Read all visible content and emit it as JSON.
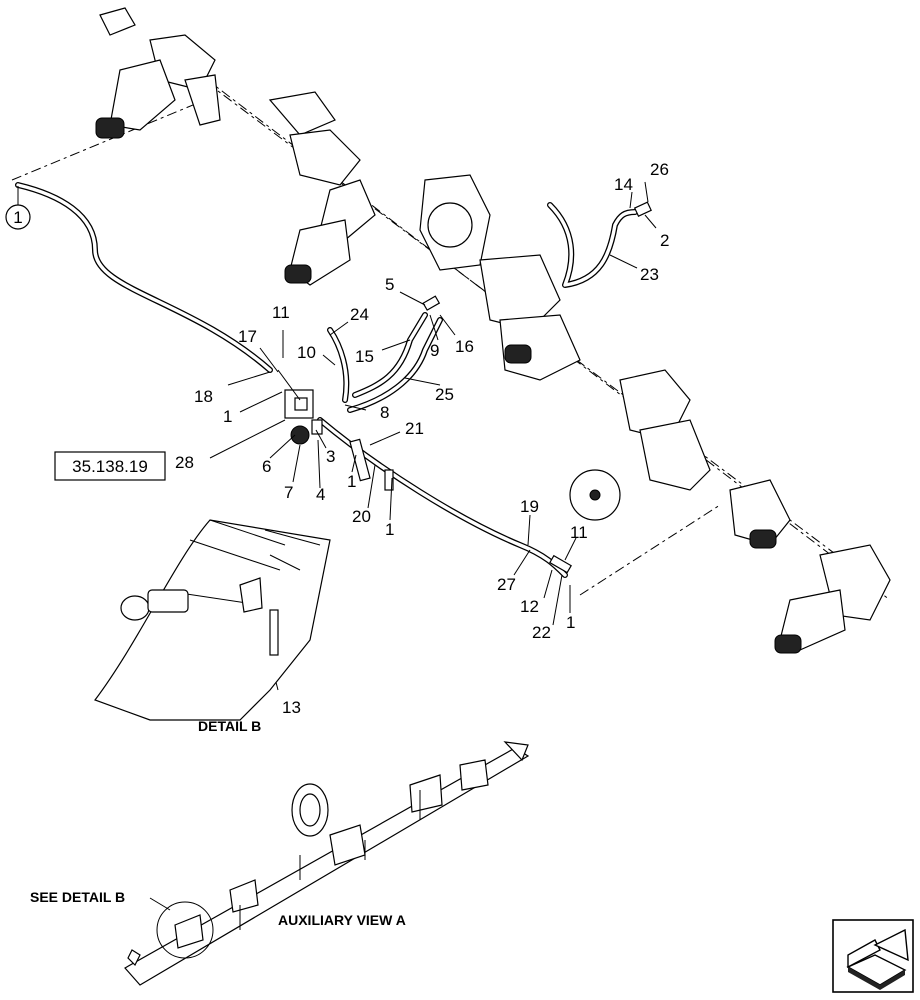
{
  "reference_box": "35.138.19",
  "callouts": [
    {
      "id": "c26",
      "text": "26"
    },
    {
      "id": "c14",
      "text": "14"
    },
    {
      "id": "c2",
      "text": "2"
    },
    {
      "id": "c23",
      "text": "23"
    },
    {
      "id": "c5",
      "text": "5"
    },
    {
      "id": "c24",
      "text": "24"
    },
    {
      "id": "c11a",
      "text": "11"
    },
    {
      "id": "c17",
      "text": "17"
    },
    {
      "id": "c10",
      "text": "10"
    },
    {
      "id": "c15",
      "text": "15"
    },
    {
      "id": "c9",
      "text": "9"
    },
    {
      "id": "c16",
      "text": "16"
    },
    {
      "id": "c18",
      "text": "18"
    },
    {
      "id": "c25",
      "text": "25"
    },
    {
      "id": "c1a",
      "text": "1"
    },
    {
      "id": "c8",
      "text": "8"
    },
    {
      "id": "c21",
      "text": "21"
    },
    {
      "id": "c28",
      "text": "28"
    },
    {
      "id": "c6",
      "text": "6"
    },
    {
      "id": "c3",
      "text": "3"
    },
    {
      "id": "c1b",
      "text": "1"
    },
    {
      "id": "c7",
      "text": "7"
    },
    {
      "id": "c4",
      "text": "4"
    },
    {
      "id": "c20",
      "text": "20"
    },
    {
      "id": "c1c",
      "text": "1"
    },
    {
      "id": "c19",
      "text": "19"
    },
    {
      "id": "c11b",
      "text": "11"
    },
    {
      "id": "c27",
      "text": "27"
    },
    {
      "id": "c12",
      "text": "12"
    },
    {
      "id": "c22",
      "text": "22"
    },
    {
      "id": "c1d",
      "text": "1"
    },
    {
      "id": "c13",
      "text": "13"
    },
    {
      "id": "c1circ",
      "text": "1"
    }
  ],
  "labels": {
    "detail_b": "DETAIL  B",
    "see_detail_b": "SEE DETAIL  B",
    "auxiliary_view_a": "AUXILIARY VIEW A"
  },
  "icons": {
    "nav_arrow": "next-page-arrow-icon"
  }
}
